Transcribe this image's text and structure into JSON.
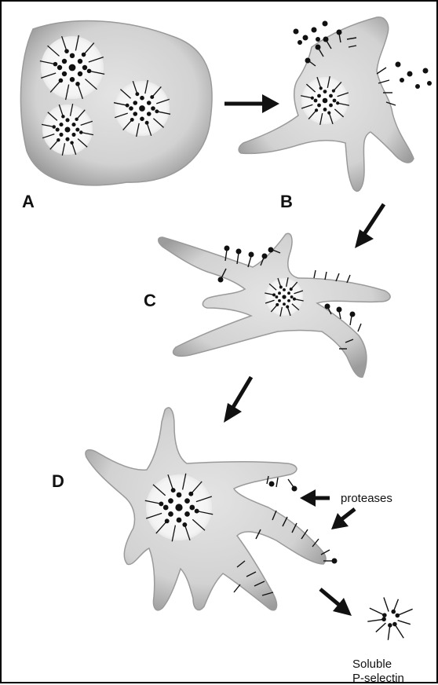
{
  "figure": {
    "panels": {
      "a": "A",
      "b": "B",
      "c": "C",
      "d": "D"
    },
    "annotations": {
      "proteases": "proteases",
      "soluble_line1": "Soluble",
      "soluble_line2": "P-selectin"
    },
    "colors": {
      "cell_fill": "#d3d3d3",
      "cell_edge": "#9a9a9a",
      "granule_fill": "#f7f7f7",
      "ink": "#111111"
    }
  }
}
